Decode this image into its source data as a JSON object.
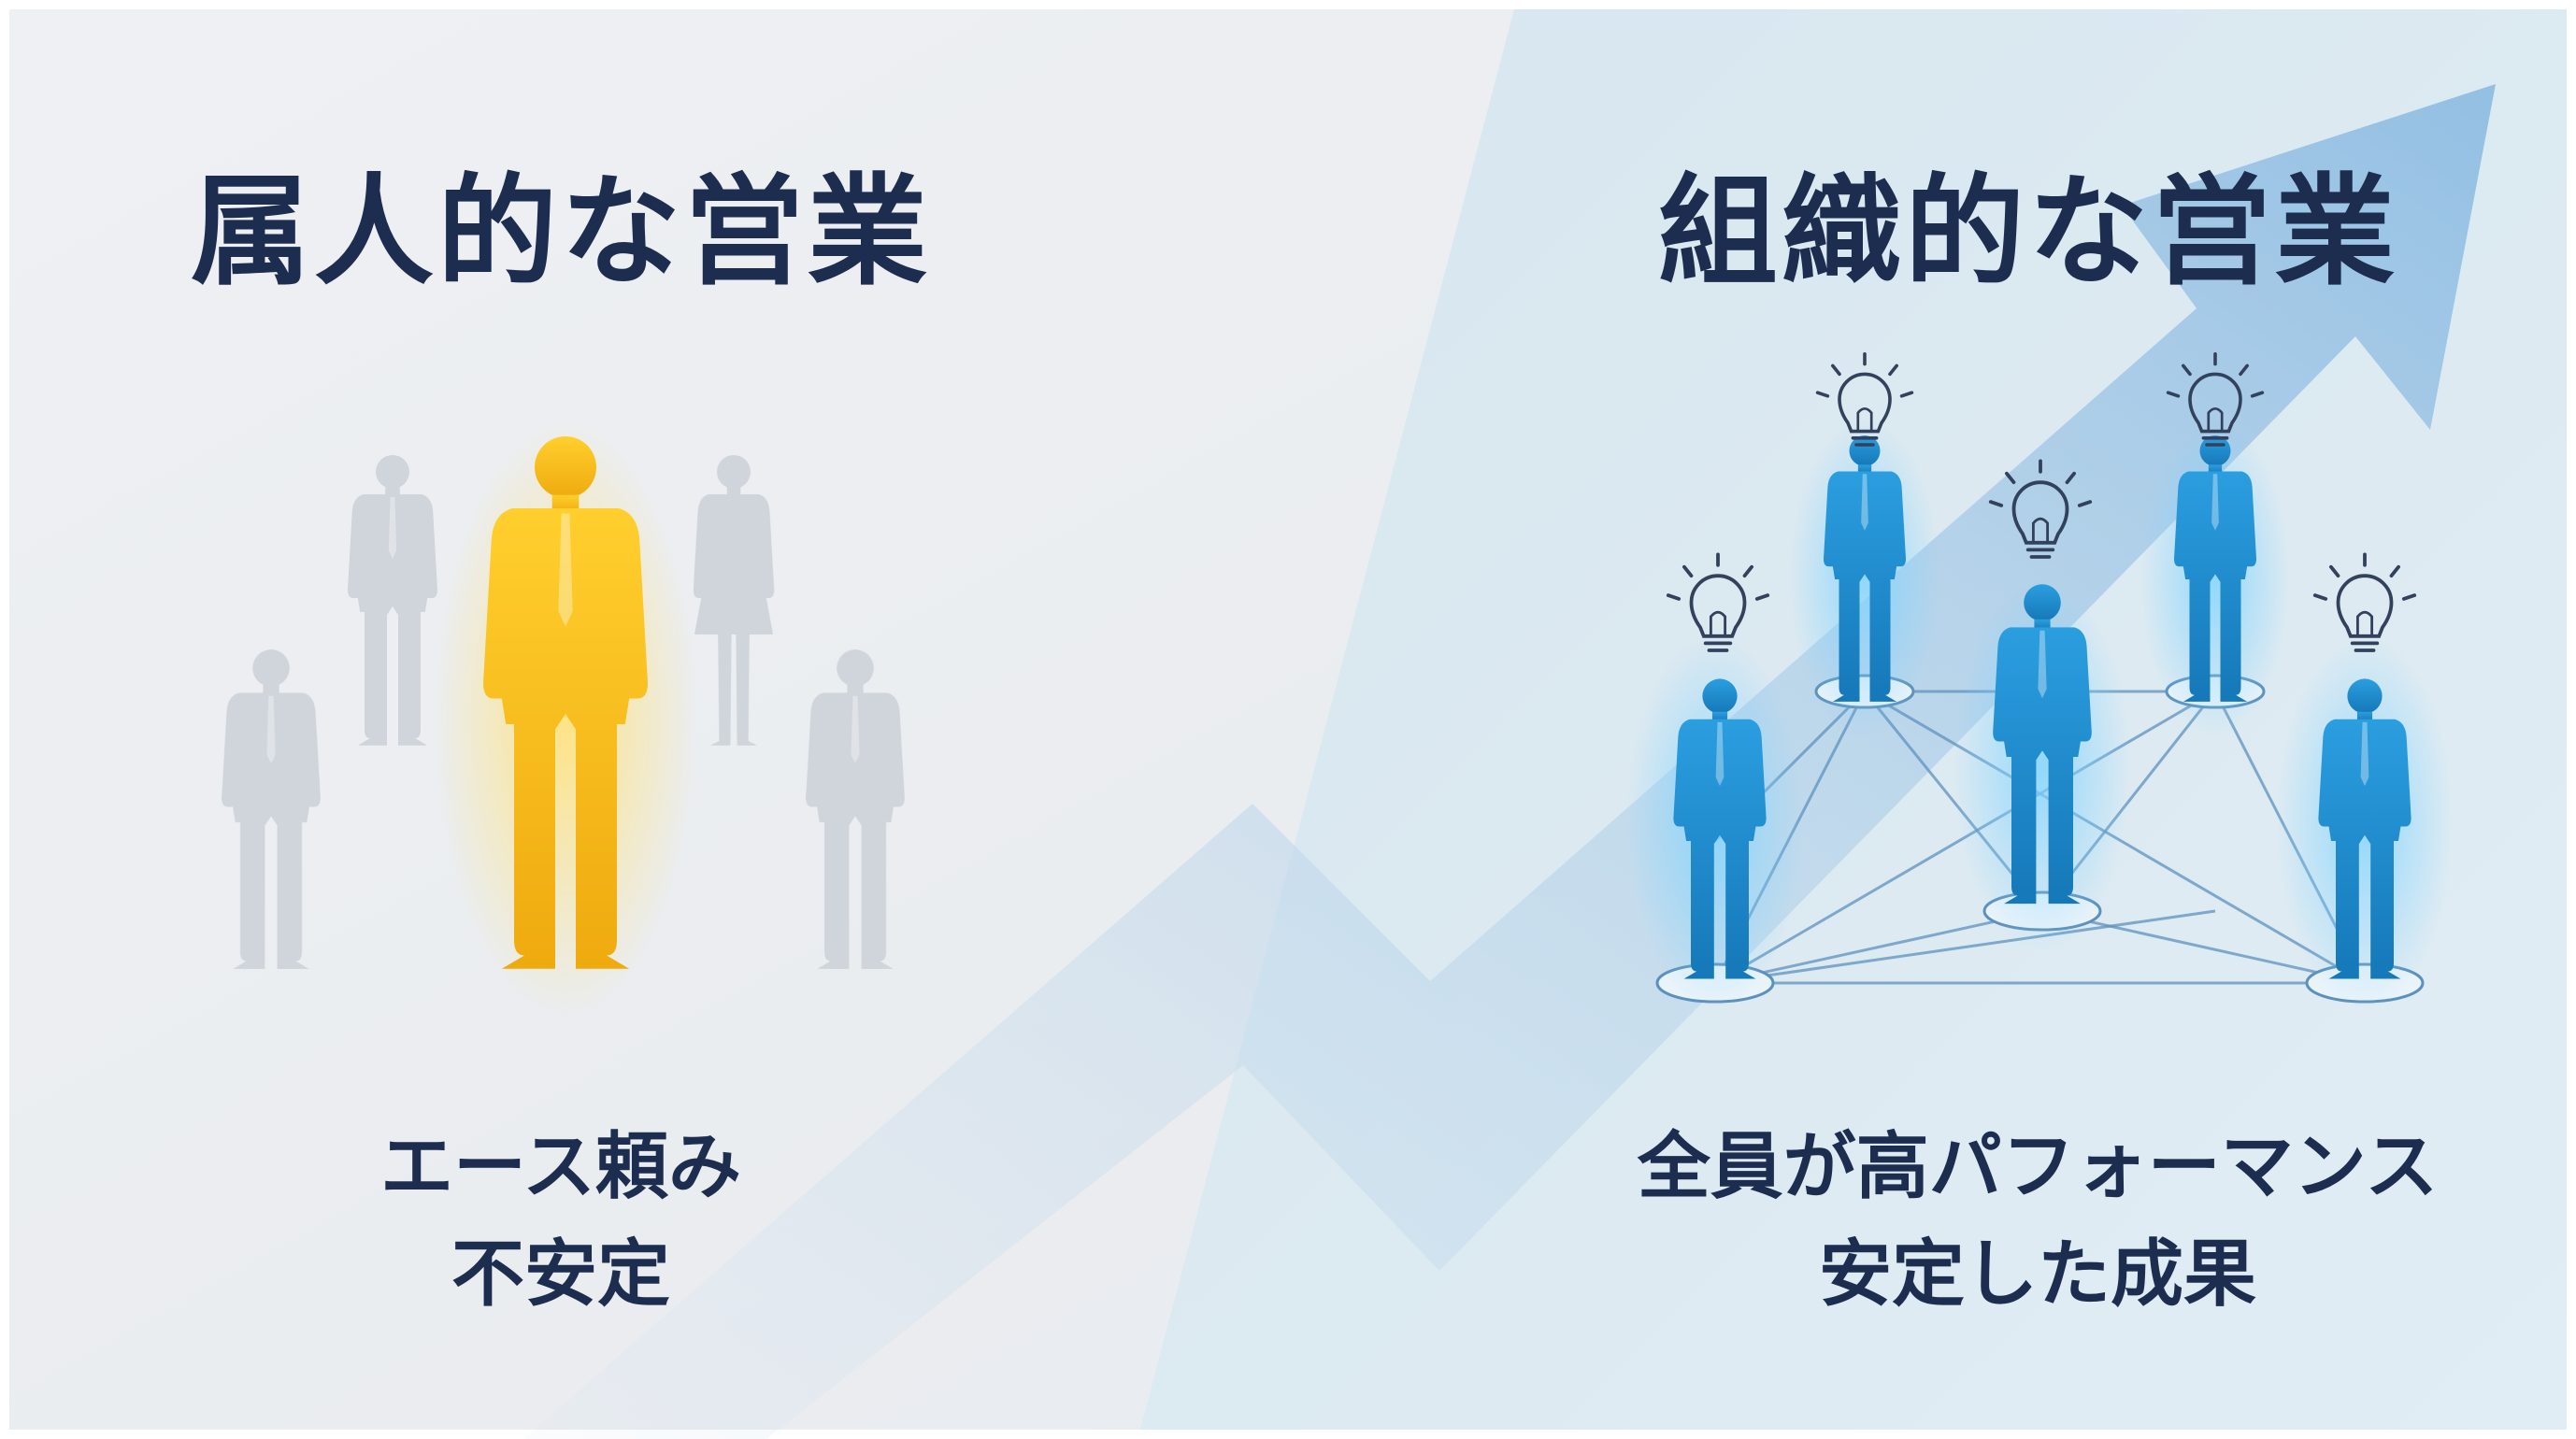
{
  "left": {
    "heading": "属人的な営業",
    "caption_line1": "エース頼み",
    "caption_line2": "不安定"
  },
  "right": {
    "heading": "組織的な営業",
    "caption_line1": "全員が高パフォーマンス",
    "caption_line2": "安定した成果"
  },
  "colors": {
    "heading_text": "#1c2d50",
    "ace_person": "#f6bf1b",
    "other_person": "#c9ced6",
    "team_person": "#1f8fd1",
    "arrow": "#9cc3e2",
    "network_line": "#5d91bd"
  },
  "icons": {
    "ace": "person-icon",
    "team": "person-icon",
    "idea": "lightbulb-icon",
    "growth": "trend-arrow-icon"
  }
}
